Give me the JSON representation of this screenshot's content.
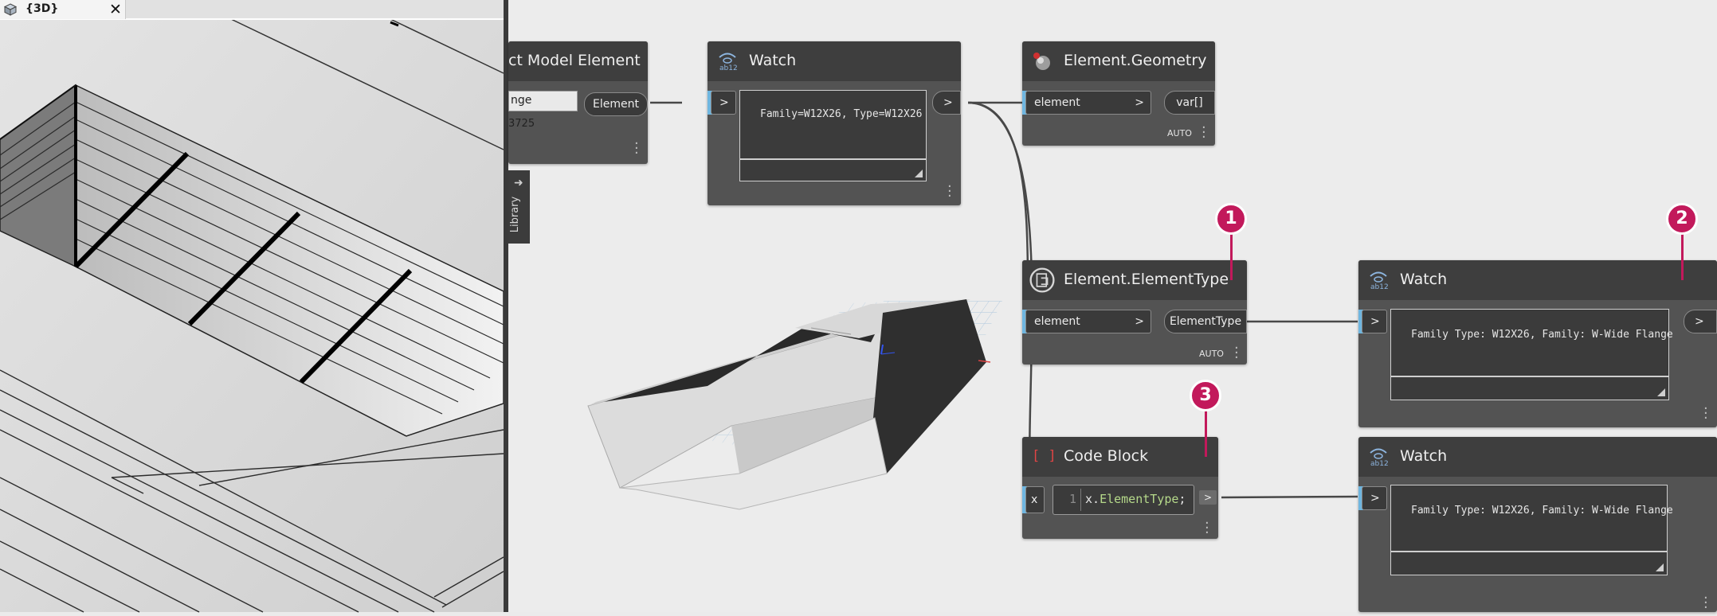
{
  "view3d": {
    "tab_label": "{3D}",
    "close_glyph": "✕"
  },
  "library": {
    "label": "Library",
    "arrow": "➜"
  },
  "nodes": {
    "select_model_element": {
      "title": "ct Model Element",
      "change_text": "nge",
      "id_text": "3725",
      "output_label": "Element"
    },
    "watch_top": {
      "title": "Watch",
      "in_label": ">",
      "out_label": ">",
      "value": "Family=W12X26, Type=W12X26"
    },
    "element_geometry": {
      "title": "Element.Geometry",
      "in_label": "element",
      "in_chev": ">",
      "out_label": "var[]",
      "lacing": "AUTO"
    },
    "element_type": {
      "title": "Element.ElementType",
      "in_label": "element",
      "in_chev": ">",
      "out_label": "ElementType",
      "lacing": "AUTO"
    },
    "watch_mid": {
      "title": "Watch",
      "in_label": ">",
      "out_label": ">",
      "value": "Family Type: W12X26, Family: W-Wide Flange"
    },
    "code_block": {
      "title": "Code Block",
      "icon_text": "[ ]",
      "in_label": "x",
      "line_no": "1",
      "code_var": "x.",
      "code_prop": "ElementType",
      "code_end": ";",
      "out_label": ">"
    },
    "watch_bottom": {
      "title": "Watch",
      "in_label": ">",
      "value": "Family Type: W12X26, Family: W-Wide Flange"
    }
  },
  "callouts": [
    "1",
    "2",
    "3"
  ],
  "colors": {
    "callout": "#c2195b",
    "port_connected": "#6fb6e0",
    "node_header": "#3e3e3e",
    "node_body": "#535353",
    "canvas": "#ececec"
  }
}
